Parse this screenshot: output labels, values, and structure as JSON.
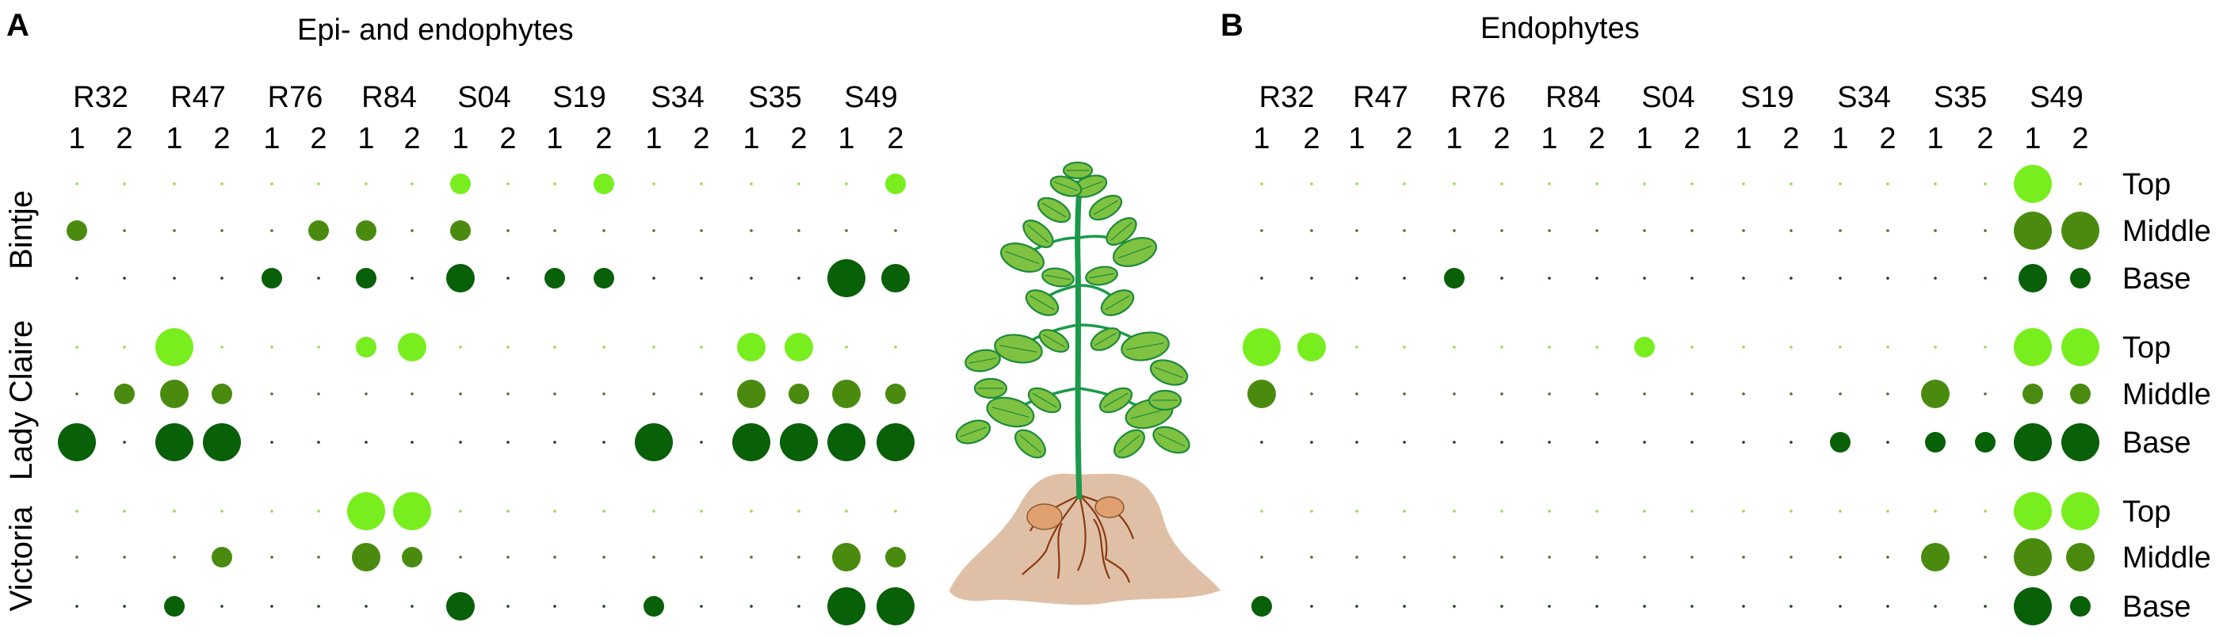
{
  "chart_data": [
    {
      "type": "scatter",
      "panel": "A",
      "title": "Epi- and endophytes",
      "columns": [
        "R32",
        "R47",
        "R76",
        "R84",
        "S04",
        "S19",
        "S34",
        "S35",
        "S49"
      ],
      "replicates": [
        "1",
        "2"
      ],
      "varieties": [
        "Bintje",
        "Lady Claire",
        "Victoria"
      ],
      "positions": [
        "Top",
        "Middle",
        "Base"
      ],
      "size_levels": {
        "0": "dot",
        "1": "small",
        "2": "medium",
        "3": "large"
      },
      "rows": [
        {
          "variety": "Bintje",
          "position": "Top",
          "values": [
            0,
            0,
            0,
            0,
            0,
            0,
            0,
            0,
            1,
            0,
            0,
            1,
            0,
            0,
            0,
            0,
            0,
            1
          ]
        },
        {
          "variety": "Bintje",
          "position": "Middle",
          "values": [
            1,
            0,
            0,
            0,
            0,
            1,
            1,
            0,
            1,
            0,
            0,
            0,
            0,
            0,
            0,
            0,
            0,
            0
          ]
        },
        {
          "variety": "Bintje",
          "position": "Base",
          "values": [
            0,
            0,
            0,
            0,
            1,
            0,
            1,
            0,
            2,
            0,
            1,
            1,
            0,
            0,
            0,
            0,
            3,
            2
          ]
        },
        {
          "variety": "Lady Claire",
          "position": "Top",
          "values": [
            0,
            0,
            3,
            0,
            0,
            0,
            1,
            2,
            0,
            0,
            0,
            0,
            0,
            0,
            2,
            2,
            0,
            0
          ]
        },
        {
          "variety": "Lady Claire",
          "position": "Middle",
          "values": [
            0,
            1,
            2,
            1,
            0,
            0,
            0,
            0,
            0,
            0,
            0,
            0,
            0,
            0,
            2,
            1,
            2,
            1
          ]
        },
        {
          "variety": "Lady Claire",
          "position": "Base",
          "values": [
            3,
            0,
            3,
            3,
            0,
            0,
            0,
            0,
            0,
            0,
            0,
            0,
            3,
            0,
            3,
            3,
            3,
            3
          ]
        },
        {
          "variety": "Victoria",
          "position": "Top",
          "values": [
            0,
            0,
            0,
            0,
            0,
            0,
            3,
            3,
            0,
            0,
            0,
            0,
            0,
            0,
            0,
            0,
            0,
            0
          ]
        },
        {
          "variety": "Victoria",
          "position": "Middle",
          "values": [
            0,
            0,
            0,
            1,
            0,
            0,
            2,
            1,
            0,
            0,
            0,
            0,
            0,
            0,
            0,
            0,
            2,
            1
          ]
        },
        {
          "variety": "Victoria",
          "position": "Base",
          "values": [
            0,
            0,
            1,
            0,
            0,
            0,
            0,
            0,
            2,
            0,
            0,
            0,
            1,
            0,
            0,
            0,
            3,
            3
          ]
        }
      ]
    },
    {
      "type": "scatter",
      "panel": "B",
      "title": "Endophytes",
      "columns": [
        "R32",
        "R47",
        "R76",
        "R84",
        "S04",
        "S19",
        "S34",
        "S35",
        "S49"
      ],
      "replicates": [
        "1",
        "2"
      ],
      "varieties": [
        "Bintje",
        "Lady Claire",
        "Victoria"
      ],
      "positions": [
        "Top",
        "Middle",
        "Base"
      ],
      "size_levels": {
        "0": "dot",
        "1": "small",
        "2": "medium",
        "3": "large"
      },
      "rows": [
        {
          "variety": "Bintje",
          "position": "Top",
          "values": [
            0,
            0,
            0,
            0,
            0,
            0,
            0,
            0,
            0,
            0,
            0,
            0,
            0,
            0,
            0,
            0,
            3,
            0
          ]
        },
        {
          "variety": "Bintje",
          "position": "Middle",
          "values": [
            0,
            0,
            0,
            0,
            0,
            0,
            0,
            0,
            0,
            0,
            0,
            0,
            0,
            0,
            0,
            0,
            3,
            3
          ]
        },
        {
          "variety": "Bintje",
          "position": "Base",
          "values": [
            0,
            0,
            0,
            0,
            1,
            0,
            0,
            0,
            0,
            0,
            0,
            0,
            0,
            0,
            0,
            0,
            2,
            1
          ]
        },
        {
          "variety": "Lady Claire",
          "position": "Top",
          "values": [
            3,
            2,
            0,
            0,
            0,
            0,
            0,
            0,
            1,
            0,
            0,
            0,
            0,
            0,
            0,
            0,
            3,
            3
          ]
        },
        {
          "variety": "Lady Claire",
          "position": "Middle",
          "values": [
            2,
            0,
            0,
            0,
            0,
            0,
            0,
            0,
            0,
            0,
            0,
            0,
            0,
            0,
            2,
            0,
            1,
            1
          ]
        },
        {
          "variety": "Lady Claire",
          "position": "Base",
          "values": [
            0,
            0,
            0,
            0,
            0,
            0,
            0,
            0,
            0,
            0,
            0,
            0,
            1,
            0,
            1,
            1,
            3,
            3
          ]
        },
        {
          "variety": "Victoria",
          "position": "Top",
          "values": [
            0,
            0,
            0,
            0,
            0,
            0,
            0,
            0,
            0,
            0,
            0,
            0,
            0,
            0,
            0,
            0,
            3,
            3
          ]
        },
        {
          "variety": "Victoria",
          "position": "Middle",
          "values": [
            0,
            0,
            0,
            0,
            0,
            0,
            0,
            0,
            0,
            0,
            0,
            0,
            0,
            0,
            2,
            0,
            3,
            2
          ]
        },
        {
          "variety": "Victoria",
          "position": "Base",
          "values": [
            1,
            0,
            0,
            0,
            0,
            0,
            0,
            0,
            0,
            0,
            0,
            0,
            0,
            0,
            0,
            0,
            3,
            1
          ]
        }
      ]
    }
  ],
  "colors": {
    "Top": "#78ee1e",
    "Middle": "#4a8b0f",
    "Base": "#086008",
    "top_dot": "#9fd64a",
    "middle_dot": "#556b2f",
    "base_dot": "#1f3b1f",
    "leaf": "#7fc241",
    "leaf_edge": "#1e8a3a",
    "stem": "#1a9a4a",
    "soil": "#d9b596",
    "root": "#8a3a10"
  },
  "icons": {
    "illustration": "potato-plant-icon"
  }
}
